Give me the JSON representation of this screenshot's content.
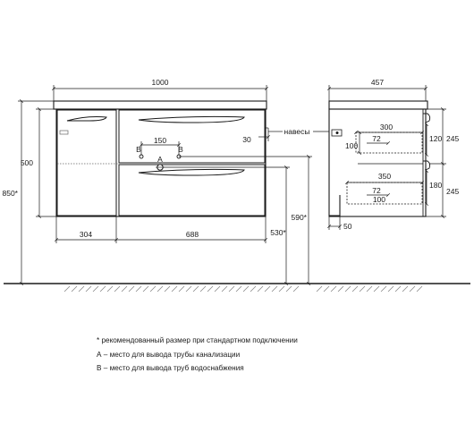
{
  "front": {
    "width": "1000",
    "height_body": "500",
    "height_total": "850*",
    "left_width": "304",
    "right_width": "688",
    "pipe_spacing": "150",
    "label_a": "A",
    "label_b1": "B",
    "label_b2": "B",
    "height_590": "590*",
    "height_530": "530*",
    "offset_30": "30",
    "hinges_label": "навесы"
  },
  "side": {
    "depth": "457",
    "top_drawer_inner": "300",
    "top_drawer_depth": "72",
    "top_drawer_height": "100",
    "top_drawer_front": "120",
    "top_drawer_pitch": "245",
    "bottom_drawer_inner": "350",
    "bottom_drawer_depth": "72",
    "bottom_drawer_height": "100",
    "bottom_drawer_front": "180",
    "bottom_drawer_pitch": "245",
    "wall_offset": "50"
  },
  "notes": [
    "* рекомендованный размер при стандартном подключении",
    "А – место для вывода трубы канализации",
    "В – место для вывода труб водоснабжения"
  ]
}
